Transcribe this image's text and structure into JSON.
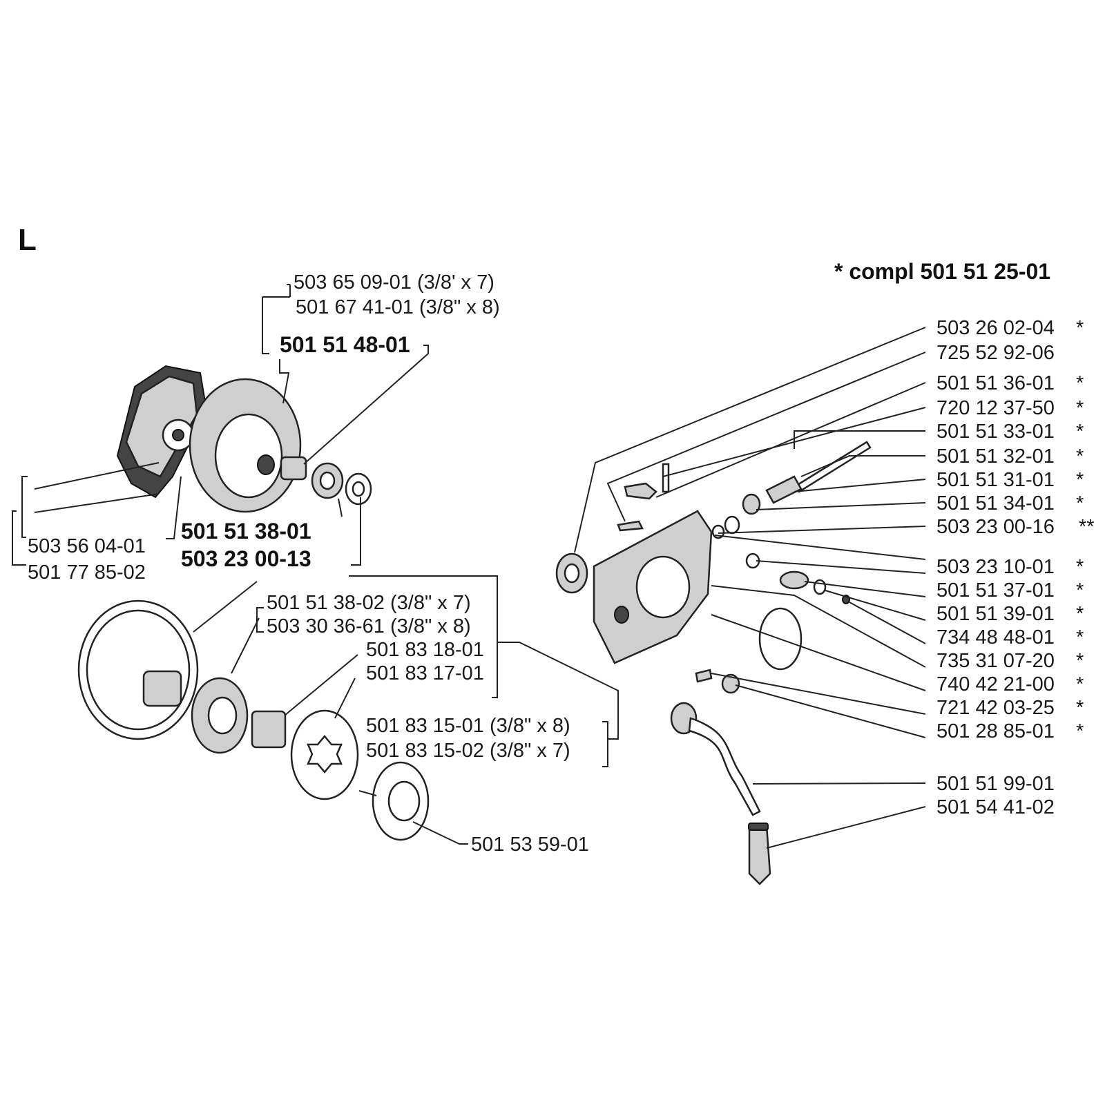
{
  "section_letter": "L",
  "kit_note": "*  compl 501 51 25-01",
  "clutch": {
    "drum_710_7": "503 65 09-01 (3/8' x 7)",
    "drum_710_8": "501 67 41-01 (3/8\" x 8)",
    "clutch_assy": "501 51 48-01",
    "bolt_a": "503 56 04-01",
    "bolt_b": "501 77 85-02",
    "drum_part": "501 51 38-01",
    "washer": "503 23 00-13"
  },
  "sprocket": {
    "rim_7": "501 51 38-02 (3/8\" x 7)",
    "rim_8": "503 30 36-61 (3/8\" x 8)",
    "bearing": "501 83 18-01",
    "hub": "501 83 17-01",
    "rim_x8": "501 83 15-01 (3/8\" x 8)",
    "rim_x7": "501 83 15-02 (3/8\" x 7)",
    "washer": "501 53 59-01"
  },
  "oil_pump": [
    {
      "part": "503 26 02-04",
      "mark": "*"
    },
    {
      "part": "725 52 92-06",
      "mark": ""
    },
    {
      "part": "501 51 36-01",
      "mark": "*"
    },
    {
      "part": "720 12 37-50",
      "mark": "*"
    },
    {
      "part": "501 51 33-01",
      "mark": "*"
    },
    {
      "part": "501 51 32-01",
      "mark": "*"
    },
    {
      "part": "501 51 31-01",
      "mark": "*"
    },
    {
      "part": "501 51 34-01",
      "mark": "*"
    },
    {
      "part": "503 23 00-16",
      "mark": "**"
    },
    {
      "part": "503 23 10-01",
      "mark": "*"
    },
    {
      "part": "501 51 37-01",
      "mark": "*"
    },
    {
      "part": "501 51 39-01",
      "mark": "*"
    },
    {
      "part": "734 48 48-01",
      "mark": "*"
    },
    {
      "part": "735 31 07-20",
      "mark": "*"
    },
    {
      "part": "740 42 21-00",
      "mark": "*"
    },
    {
      "part": "721 42 03-25",
      "mark": "*"
    },
    {
      "part": "501 28 85-01",
      "mark": "*"
    }
  ],
  "hose": {
    "hose": "501 51 99-01",
    "filter": "501 54 41-02"
  }
}
